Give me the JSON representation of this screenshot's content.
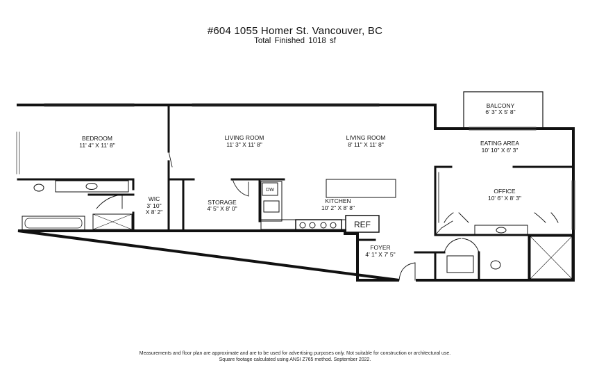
{
  "header": {
    "address": "#604 1055 Homer St. Vancouver, BC",
    "total": "Total Finished   1018 sf"
  },
  "rooms": {
    "balcony": {
      "name": "BALCONY",
      "dims": "6' 3\" X 5' 8\""
    },
    "bedroom": {
      "name": "BEDROOM",
      "dims": "11' 4\" X 11' 8\""
    },
    "living_room_1": {
      "name": "LIVING ROOM",
      "dims": "11' 3\" X 11' 8\""
    },
    "living_room_2": {
      "name": "LIVING ROOM",
      "dims": "8' 11\" X 11' 8\""
    },
    "eating_area": {
      "name": "EATING AREA",
      "dims": "10' 10\" X 6' 3\""
    },
    "office": {
      "name": "OFFICE",
      "dims": "10' 6\" X 8' 3\""
    },
    "wic": {
      "name": "WIC",
      "dims_1": "3' 10\"",
      "dims_2": "X 8' 2\""
    },
    "storage": {
      "name": "STORAGE",
      "dims": "4' 5\" X 8' 0\""
    },
    "kitchen": {
      "name": "KITCHEN",
      "dims": "10' 2\" X 8' 8\""
    },
    "foyer": {
      "name": "FOYER",
      "dims": "4' 1\" X 7' 5\""
    }
  },
  "fixtures": {
    "ref": "REF",
    "dishwasher": "DW"
  },
  "footer": {
    "line1": "Measurements and floor plan are approximate and are to be used for advertising purposes only. Not suitable for construction or architectural use.",
    "line2": "Square footage calculated using ANSI Z765 method. September 2022."
  }
}
